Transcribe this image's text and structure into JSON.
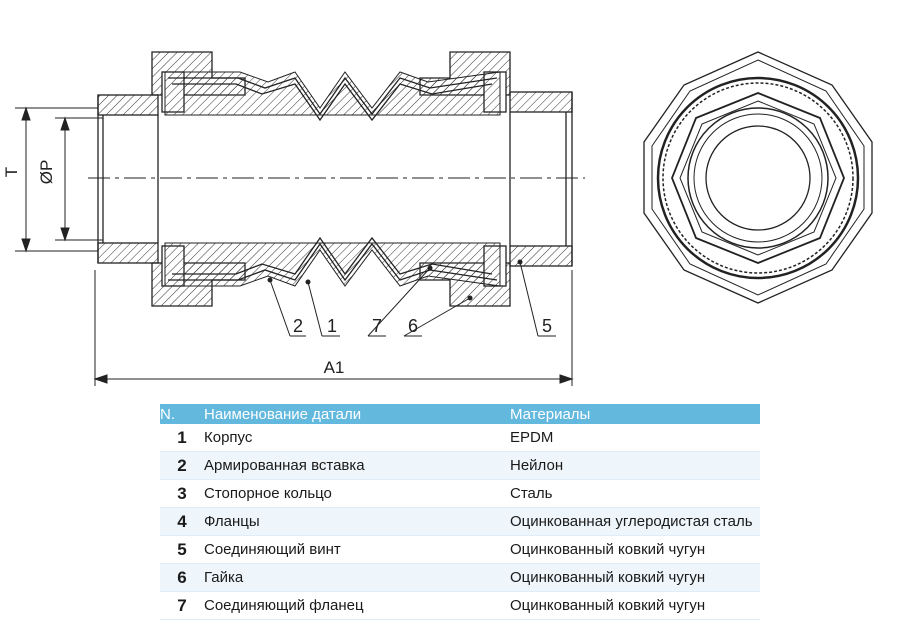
{
  "drawing": {
    "dimensions": {
      "diameter": "ØP",
      "thread": "T",
      "length": "A1"
    },
    "callouts": [
      "2",
      "1",
      "7",
      "6",
      "5"
    ]
  },
  "table": {
    "headers": {
      "num": "N.",
      "name": "Наименование датали",
      "material": "Материалы"
    },
    "rows": [
      {
        "num": "1",
        "name": "Корпус",
        "material": "EPDM"
      },
      {
        "num": "2",
        "name": "Армированная вставка",
        "material": "Нейлон"
      },
      {
        "num": "3",
        "name": "Стопорное кольцо",
        "material": "Сталь"
      },
      {
        "num": "4",
        "name": "Фланцы",
        "material": "Оцинкованная углеродистая сталь"
      },
      {
        "num": "5",
        "name": "Соединяющий винт",
        "material": "Оцинкованный ковкий чугун"
      },
      {
        "num": "6",
        "name": "Гайка",
        "material": "Оцинкованный ковкий чугун"
      },
      {
        "num": "7",
        "name": "Соединяющий фланец",
        "material": "Оцинкованный ковкий чугун"
      }
    ]
  },
  "colors": {
    "header_bg": "#63b8de",
    "row_alt_bg": "#eef6fb",
    "line": "#222222"
  }
}
